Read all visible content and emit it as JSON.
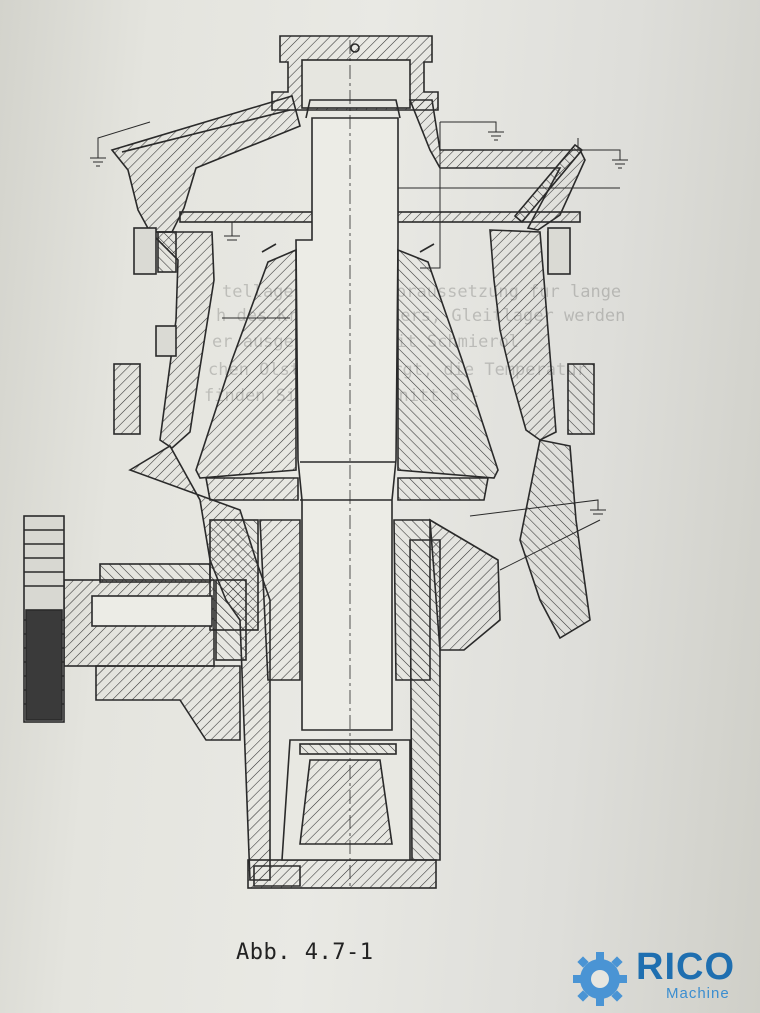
{
  "caption": "Abb. 4.7-1",
  "logo": {
    "word": "RICO",
    "sub": "Machine",
    "color": "#1f6fb0"
  },
  "bleed_through_text": [
    "tellagerung ist Voraussetzung fur lange",
    "h des Kreiselbrechers, Gleitlager werden",
    "er ausgelegt und mit Schmierol",
    "chen Olstrom versorgt, die Temperatur",
    "finden Sie in Abschnitt 6 -"
  ],
  "drawing": {
    "type": "cone crusher cross-section",
    "line_color": "#2a2a2a"
  }
}
